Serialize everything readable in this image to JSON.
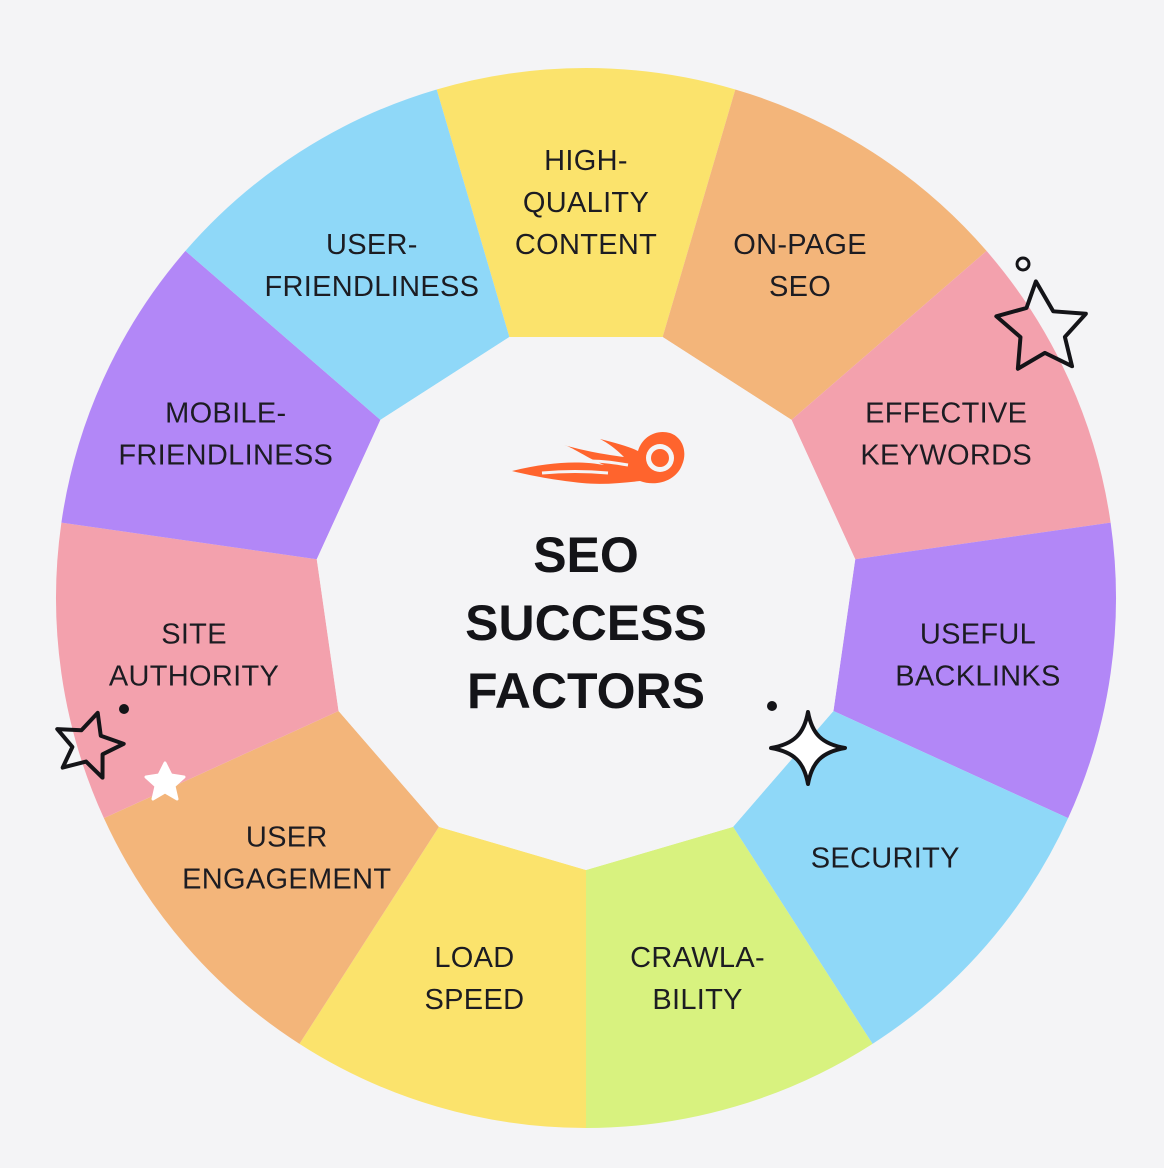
{
  "diagram": {
    "title_lines": [
      "SEO",
      "SUCCESS",
      "FACTORS"
    ],
    "segments": [
      {
        "lines": [
          "HIGH-",
          "QUALITY",
          "CONTENT"
        ],
        "color": "#fbe36c"
      },
      {
        "lines": [
          "ON-PAGE",
          "SEO"
        ],
        "color": "#f3b57a"
      },
      {
        "lines": [
          "EFFECTIVE",
          "KEYWORDS"
        ],
        "color": "#f3a1ad"
      },
      {
        "lines": [
          "USEFUL",
          "BACKLINKS"
        ],
        "color": "#b287f7"
      },
      {
        "lines": [
          "SECURITY"
        ],
        "color": "#8fd8f8"
      },
      {
        "lines": [
          "CRAWLA-",
          "BILITY"
        ],
        "color": "#d8f27f"
      },
      {
        "lines": [
          "LOAD",
          "SPEED"
        ],
        "color": "#fbe36c"
      },
      {
        "lines": [
          "USER",
          "ENGAGEMENT"
        ],
        "color": "#f3b57a"
      },
      {
        "lines": [
          "SITE",
          "AUTHORITY"
        ],
        "color": "#f3a1ad"
      },
      {
        "lines": [
          "MOBILE-",
          "FRIENDLINESS"
        ],
        "color": "#b287f7"
      },
      {
        "lines": [
          "USER-",
          "FRIENDLINESS"
        ],
        "color": "#8fd8f8"
      }
    ],
    "logo_color": "#ff642d",
    "icons": [
      "fireball-logo-icon",
      "star-outline-icon",
      "sparkle-icon",
      "small-star-icon",
      "dot-icon"
    ]
  }
}
